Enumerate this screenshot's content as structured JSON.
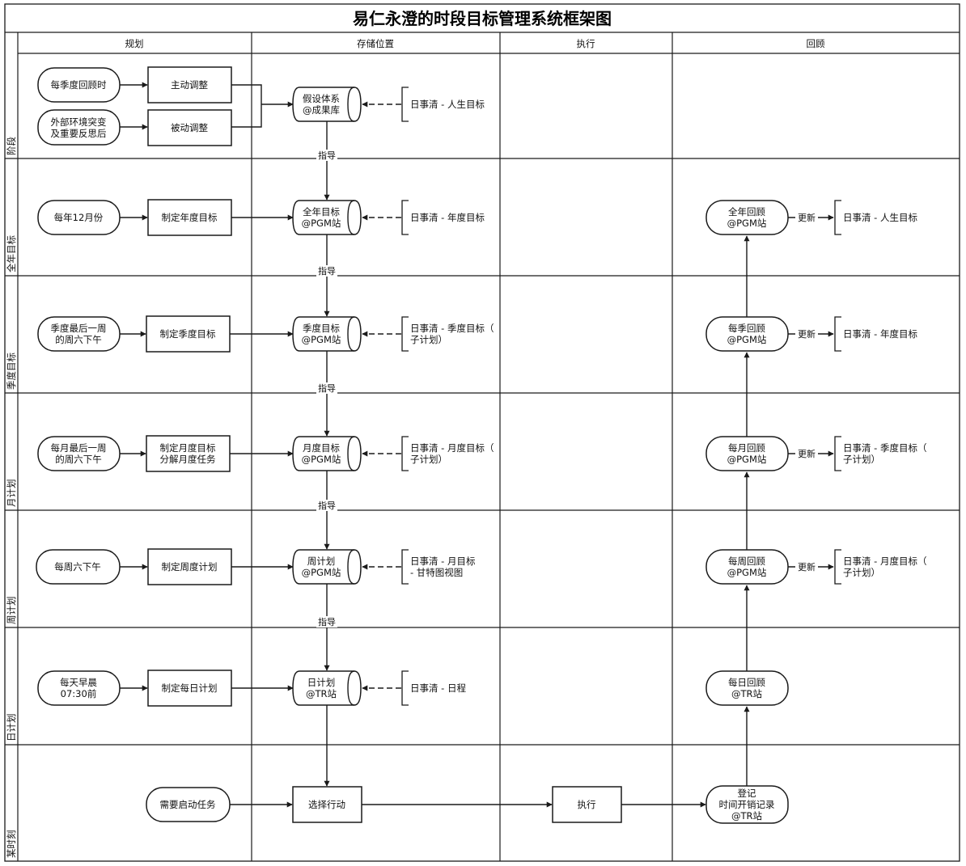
{
  "title": "易仁永澄的时段目标管理系统框架图",
  "columns": [
    "规划",
    "存储位置",
    "执行",
    "回顾"
  ],
  "lanes": [
    "阶段",
    "全年目标",
    "季度目标",
    "月计划",
    "周计划",
    "日计划",
    "某时刻"
  ],
  "nodes": {
    "quarter_review_time": [
      "每季度回顾时"
    ],
    "env_change": [
      "外部环境突变",
      "及重要反思后"
    ],
    "active_adjust": [
      "主动调整"
    ],
    "passive_adjust": [
      "被动调整"
    ],
    "hypothesis_store": [
      "假设体系",
      "@成果库"
    ],
    "daily_life_goal": [
      "日事清 - 人生目标"
    ],
    "december": [
      "每年12月份"
    ],
    "make_year_goal": [
      "制定年度目标"
    ],
    "year_store": [
      "全年目标",
      "@PGM站"
    ],
    "daily_year_goal": [
      "日事清 - 年度目标"
    ],
    "year_review": [
      "全年回顾",
      "@PGM站"
    ],
    "year_review_out": [
      "日事清 - 人生目标"
    ],
    "quarter_time": [
      "季度最后一周",
      "的周六下午"
    ],
    "make_quarter_goal": [
      "制定季度目标"
    ],
    "quarter_store": [
      "季度目标",
      "@PGM站"
    ],
    "daily_quarter_goal": [
      "日事清 - 季度目标（",
      "子计划）"
    ],
    "quarter_review": [
      "每季回顾",
      "@PGM站"
    ],
    "quarter_review_out": [
      "日事清 - 年度目标"
    ],
    "month_time": [
      "每月最后一周",
      "的周六下午"
    ],
    "make_month_goal": [
      "制定月度目标",
      "分解月度任务"
    ],
    "month_store": [
      "月度目标",
      "@PGM站"
    ],
    "daily_month_goal": [
      "日事清 - 月度目标（",
      "子计划）"
    ],
    "month_review": [
      "每月回顾",
      "@PGM站"
    ],
    "month_review_out": [
      "日事清 - 季度目标（",
      "子计划）"
    ],
    "week_time": [
      "每周六下午"
    ],
    "make_week_plan": [
      "制定周度计划"
    ],
    "week_store": [
      "周计划",
      "@PGM站"
    ],
    "daily_week_goal": [
      "日事清 - 月目标",
      "- 甘特图视图"
    ],
    "week_review": [
      "每周回顾",
      "@PGM站"
    ],
    "week_review_out": [
      "日事清 - 月度目标（",
      "子计划）"
    ],
    "day_time": [
      "每天早晨",
      "07:30前"
    ],
    "make_day_plan": [
      "制定每日计划"
    ],
    "day_store": [
      "日计划",
      "@TR站"
    ],
    "daily_schedule": [
      "日事清 - 日程"
    ],
    "day_review": [
      "每日回顾",
      "@TR站"
    ],
    "start_task": [
      "需要启动任务"
    ],
    "choose_action": [
      "选择行动"
    ],
    "execute": [
      "执行"
    ],
    "log_time": [
      "登记",
      "时间开销记录",
      "@TR站"
    ]
  },
  "edge_labels": {
    "guide": "指导",
    "update": "更新"
  }
}
